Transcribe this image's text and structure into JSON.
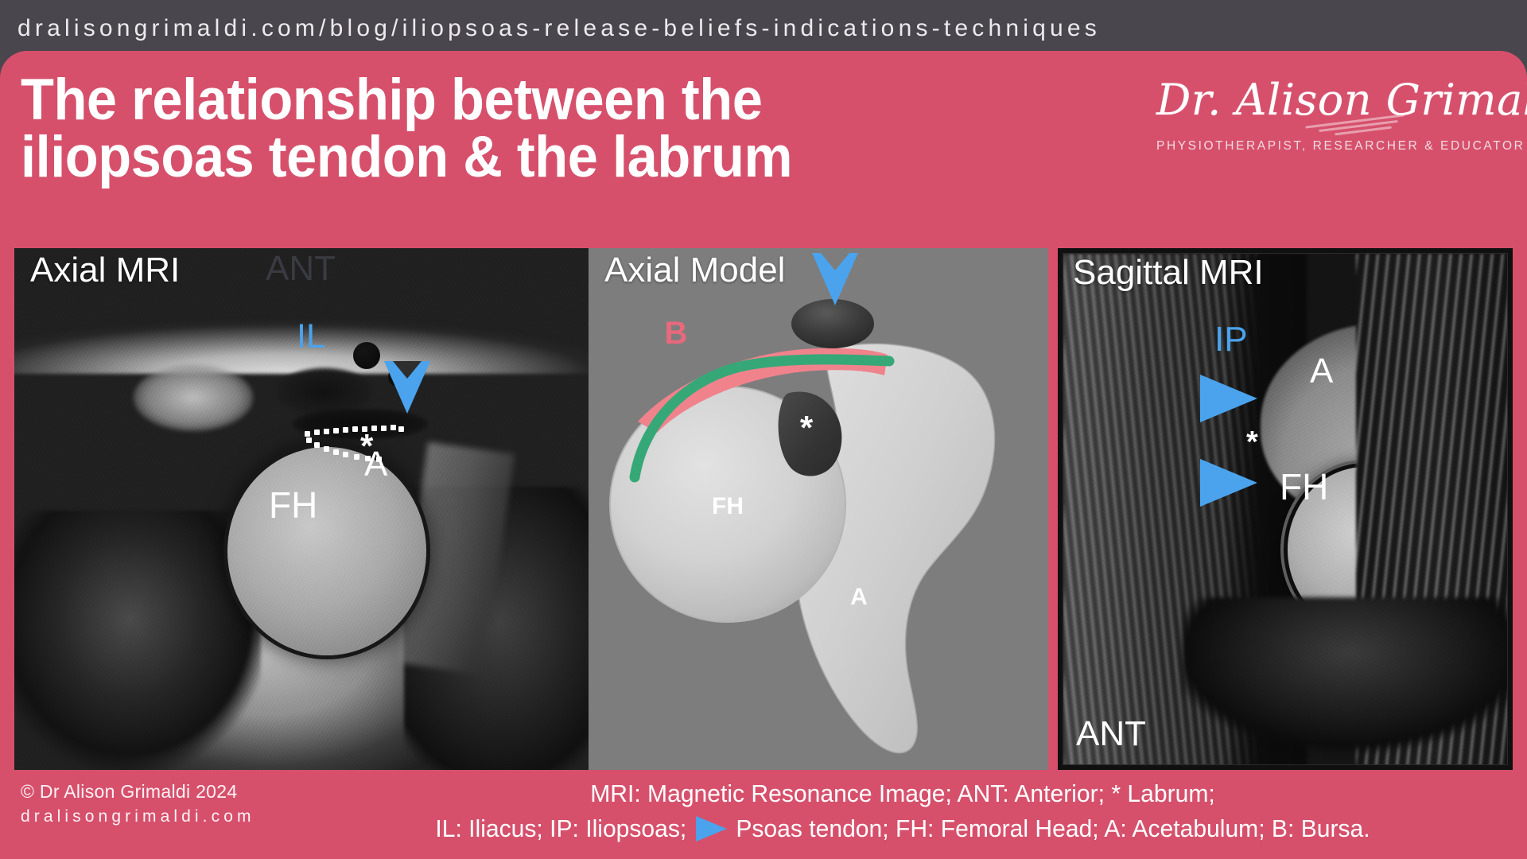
{
  "urlbar": {
    "url": "dralisongrimaldi.com/blog/iliopsoas-release-beliefs-indications-techniques"
  },
  "header": {
    "title_line1": "The relationship between the",
    "title_line2": "iliopsoas tendon & the labrum",
    "brand_name": "Dr. Alison Grimaldi",
    "brand_tagline": "PHYSIOTHERAPIST, RESEARCHER & EDUCATOR",
    "accent_pink": "#d6506c",
    "urlbar_bg": "#4a464d"
  },
  "panels": {
    "left": {
      "label": "Axial MRI",
      "orientation_label": "ANT",
      "annotations": {
        "iliacus": "IL",
        "labrum_asterisk": "*",
        "acetabulum": "A",
        "femoral_head": "FH"
      }
    },
    "middle": {
      "label": "Axial Model",
      "annotations": {
        "bursa": "B",
        "labrum_asterisk": "*",
        "femoral_head": "FH",
        "acetabulum": "A"
      },
      "colors": {
        "bursa_pink": "#f0828c",
        "tendon_green": "#36a878",
        "bone_grey": "#d2d2d2",
        "labrum_dark": "#3a3a3a",
        "panel_bg": "#7d7d7d",
        "arrow_blue": "#4aa3ec"
      }
    },
    "right": {
      "label": "Sagittal MRI",
      "orientation_label": "ANT",
      "annotations": {
        "iliopsoas": "IP",
        "labrum_asterisk": "*",
        "acetabulum": "A",
        "femoral_head": "FH"
      }
    }
  },
  "footer": {
    "copyright": "© Dr Alison Grimaldi 2024",
    "website": "dralisongrimaldi.com",
    "legend_line1": "MRI: Magnetic Resonance Image; ANT: Anterior; * Labrum;",
    "legend_line2_a": "IL: Iliacus; IP: Iliopsoas;",
    "legend_line2_b": "Psoas tendon; FH: Femoral Head; A: Acetabulum; B: Bursa."
  }
}
